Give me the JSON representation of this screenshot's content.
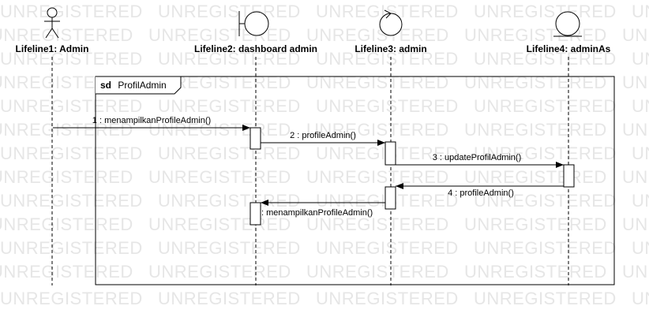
{
  "watermark": "UNREGISTERED",
  "lifelines": [
    {
      "id": "l1",
      "name": "Lifeline1: Admin",
      "stereotype": "actor"
    },
    {
      "id": "l2",
      "name": "Lifeline2: dashboard admin",
      "stereotype": "boundary"
    },
    {
      "id": "l3",
      "name": "Lifeline3: admin",
      "stereotype": "control"
    },
    {
      "id": "l4",
      "name": "Lifeline4: adminAs",
      "stereotype": "entity"
    }
  ],
  "frame": {
    "keyword": "sd",
    "name": "ProfilAdmin"
  },
  "messages": [
    {
      "label": "1 : menampilkanProfileAdmin()",
      "from": "l1",
      "to": "l2",
      "kind": "sync"
    },
    {
      "label": "2 : profileAdmin()",
      "from": "l2",
      "to": "l3",
      "kind": "sync"
    },
    {
      "label": "3 : updateProfilAdmin()",
      "from": "l3",
      "to": "l4",
      "kind": "sync"
    },
    {
      "label": "4 : profileAdmin()",
      "from": "l4",
      "to": "l3",
      "kind": "sync"
    },
    {
      "label": ": menampilkanProfileAdmin()",
      "from": "l3",
      "to": "l2",
      "kind": "sync"
    }
  ]
}
